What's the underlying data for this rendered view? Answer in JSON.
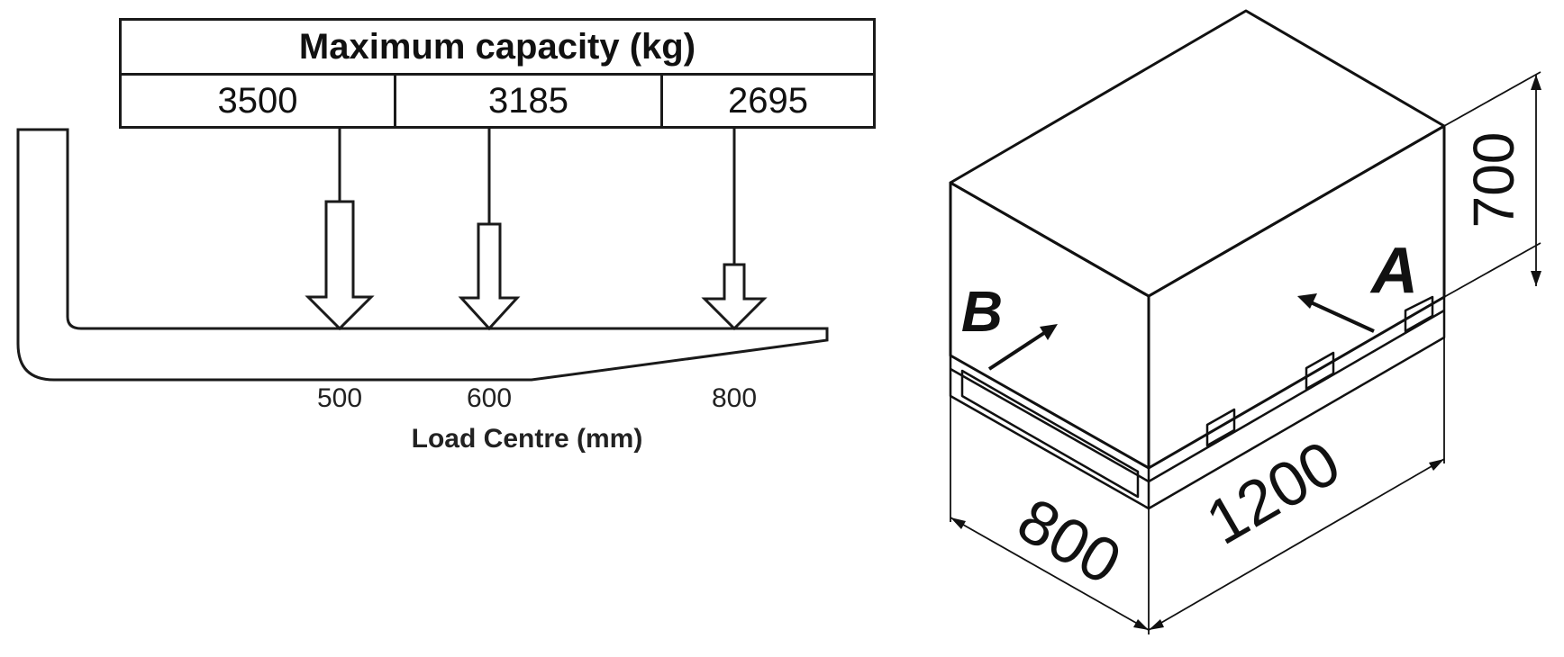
{
  "forklift_chart": {
    "header": "Maximum capacity (kg)",
    "capacities": [
      "3500",
      "3185",
      "2695"
    ],
    "load_centres": [
      "500",
      "600",
      "800"
    ],
    "axis_label": "Load Centre (mm)"
  },
  "pallet_diagram": {
    "height_label": "700",
    "width_label": "800",
    "length_label": "1200",
    "side_a_label": "A",
    "side_b_label": "B"
  }
}
